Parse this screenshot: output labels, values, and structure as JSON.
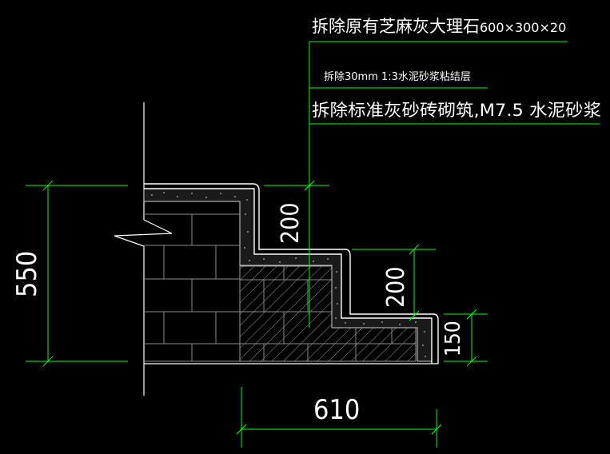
{
  "notes": {
    "line1_main": "拆除原有芝麻灰大理石",
    "line1_size": "600×300×20",
    "line2": "拆除30mm  1:3水泥砂浆粘结层",
    "line3": "拆除标准灰砂砖砌筑,M7.5 水泥砂浆"
  },
  "dimensions": {
    "total_height": "550",
    "step1_rise": "200",
    "step2_rise": "200",
    "step3_rise": "150",
    "total_width": "610"
  },
  "colors": {
    "background": "#000000",
    "dimension_line": "#00ff00",
    "outline": "#ffffff",
    "brick_hatch": "#8c8c8c",
    "text": "#ffffff"
  }
}
